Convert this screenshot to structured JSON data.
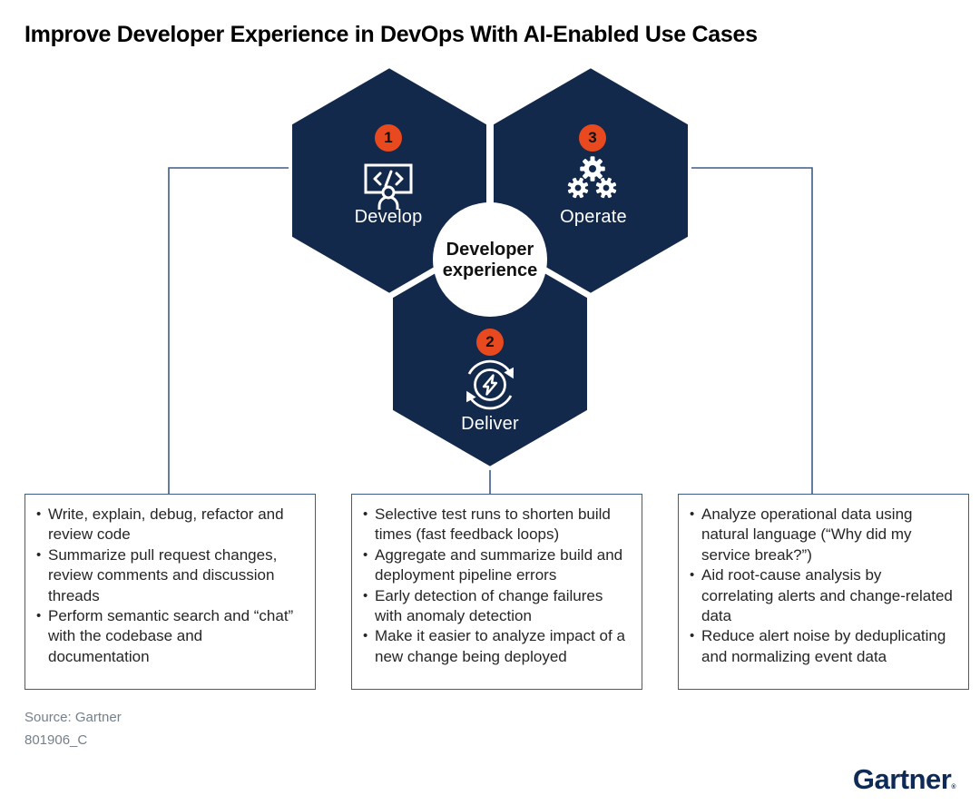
{
  "title": "Improve Developer Experience in DevOps With AI-Enabled Use Cases",
  "colors": {
    "hexagon_navy": "#13294B",
    "badge_orange": "#E8491E",
    "connector_blue": "#3D5C87",
    "body_text": "#262626",
    "muted_gray": "#76808B",
    "logo_navy": "#0E2A56",
    "background": "#FFFFFF"
  },
  "center": {
    "line1": "Developer",
    "line2": "experience"
  },
  "hexagons": [
    {
      "number": "1",
      "label": "Develop",
      "icon": "code-screen-person-icon"
    },
    {
      "number": "3",
      "label": "Operate",
      "icon": "gears-icon"
    },
    {
      "number": "2",
      "label": "Deliver",
      "icon": "lightning-cycle-icon"
    }
  ],
  "boxes": [
    {
      "id": "develop-use-cases",
      "bullets": [
        "Write, explain, debug, refactor and review code",
        "Summarize pull request changes, review comments and discussion threads",
        "Perform semantic search and “chat” with the codebase and documentation"
      ]
    },
    {
      "id": "deliver-use-cases",
      "bullets": [
        "Selective test runs to shorten build times (fast feedback loops)",
        "Aggregate and summarize build and deployment pipeline errors",
        "Early detection of change failures with anomaly detection",
        "Make it easier to analyze impact of a new change being deployed"
      ]
    },
    {
      "id": "operate-use-cases",
      "bullets": [
        "Analyze operational data using natural language (“Why did my service break?”)",
        "Aid root-cause analysis by correlating alerts and change-related data",
        "Reduce alert noise by deduplicating and normalizing event data"
      ]
    }
  ],
  "source": {
    "line1": "Source: Gartner",
    "line2": "801906_C"
  },
  "logo": {
    "text": "Gartner",
    "mark": "®"
  }
}
